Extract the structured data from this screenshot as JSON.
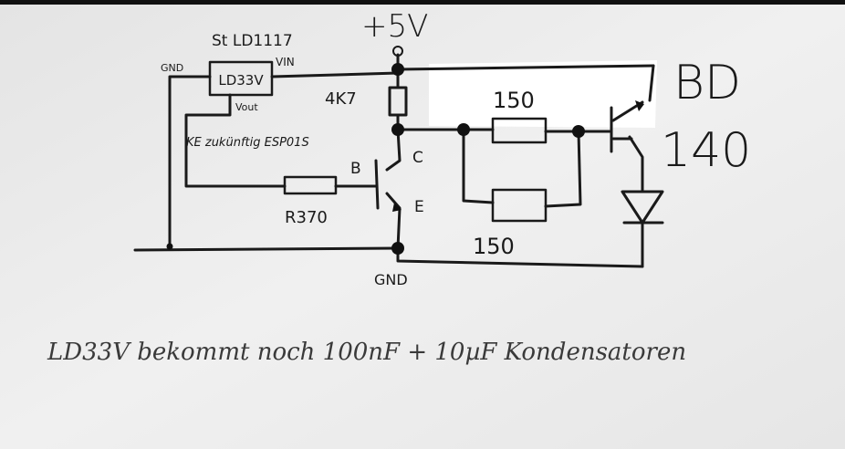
{
  "diagram": {
    "supply_label": "+5V",
    "regulator_name": "St LD1117",
    "regulator_body": "LD33V",
    "pin_gnd": "GND",
    "pin_vin": "VIN",
    "pin_vout": "Vout",
    "future_note": "KE zukünftig ESP01S",
    "resistor_base": "R370",
    "resistor_pullup": "4K7",
    "resistor_top": "150",
    "resistor_bottom": "150",
    "label_b": "B",
    "label_c": "C",
    "label_e": "E",
    "ground_label": "GND",
    "power_transistor_line1": "BD",
    "power_transistor_line2": "140",
    "footer_note": "LD33V bekommt noch 100nF + 10µF Kondensatoren"
  },
  "colors": {
    "paper": "#ebebeb",
    "ink": "#1a1a1a",
    "highlight": "#ffffff"
  }
}
